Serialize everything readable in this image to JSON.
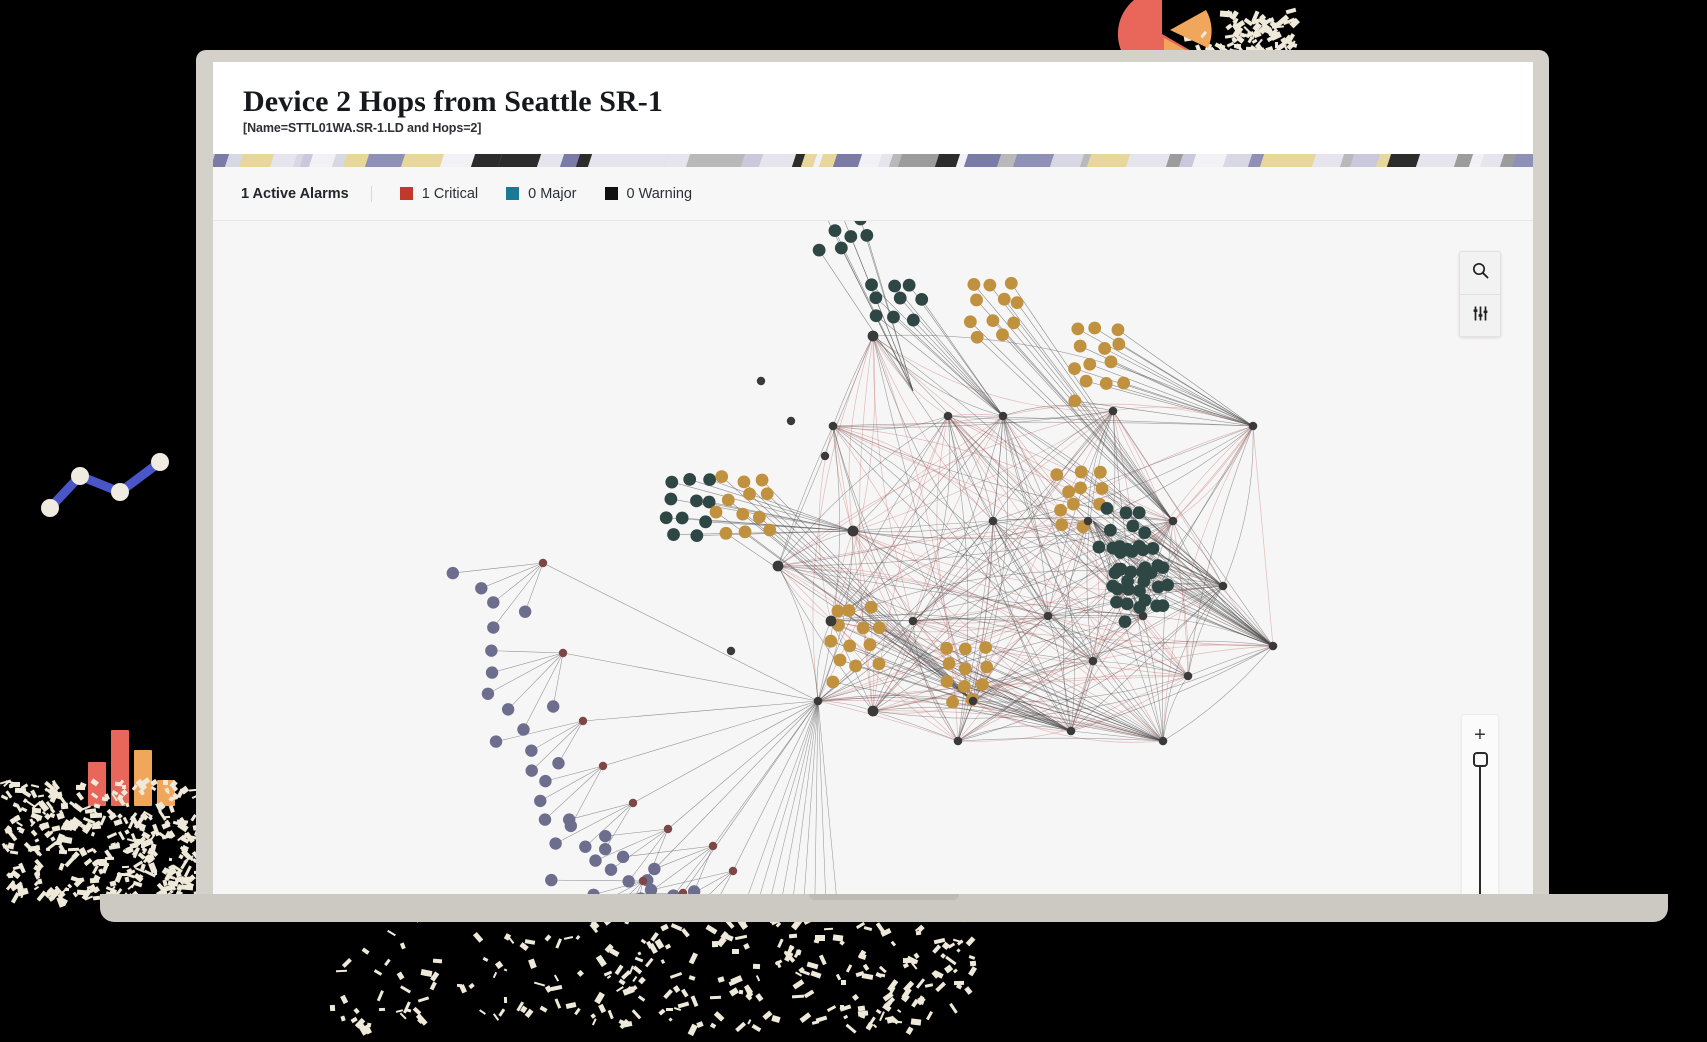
{
  "app": {
    "title": "Device 2 Hops from Seattle SR-1",
    "subtitle": "[Name=STTL01WA.SR-1.LD and Hops=2]"
  },
  "alarm_bar": {
    "total_label": "1 Active Alarms",
    "items": [
      {
        "label": "1 Critical",
        "color": "#c0392b"
      },
      {
        "label": "0  Major",
        "color": "#1b7a93"
      },
      {
        "label": "0  Warning",
        "color": "#111111"
      }
    ]
  },
  "toolbar": {
    "search_icon": "search-icon",
    "filter_icon": "sliders-icon"
  },
  "zoom_control": {
    "plus_label": "+",
    "handle_name": "zoom-handle"
  },
  "graph": {
    "background": "#f7f6f6",
    "node_colors": {
      "hub": "#3a3a3a",
      "teal_leaf": "#2f4744",
      "gold_leaf": "#c0913f",
      "slate_leaf": "#6d6d8e",
      "maroon_connector": "#7d4747"
    },
    "edge_colors": {
      "dark": "#4a4a4a",
      "red": "#c06a6a"
    }
  },
  "decorations": {
    "pie": {
      "slices": [
        {
          "name": "slice-large-red",
          "color": "#e8675a",
          "value": 60
        },
        {
          "name": "slice-orange-exploded",
          "color": "#f3a košt",
          "value": 22
        },
        {
          "name": "slice-orange",
          "color": "#f0a75c",
          "value": 18
        }
      ]
    },
    "line_chart": {
      "color": "#4a55c8",
      "point_color": "#f0ebe0",
      "values": [
        20,
        60,
        38,
        72
      ]
    },
    "bar_chart": {
      "bars": [
        {
          "color": "#e8675a",
          "height": 44
        },
        {
          "color": "#e8675a",
          "height": 76
        },
        {
          "color": "#f0a75c",
          "height": 56
        },
        {
          "color": "#f0a75c",
          "height": 26
        }
      ]
    }
  }
}
